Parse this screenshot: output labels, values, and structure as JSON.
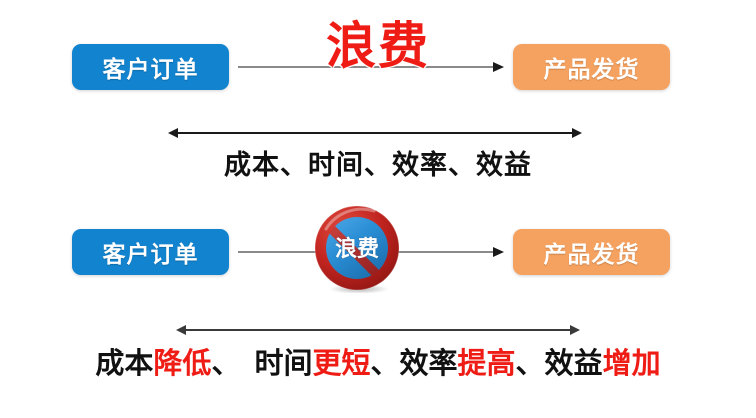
{
  "diagram": {
    "title": "waste-elimination-process-comparison",
    "colors": {
      "blue_box": "#1283ce",
      "orange_box": "#f5a15f",
      "highlight_red": "#ee1c15",
      "arrow_gray": "#8a8a8a",
      "arrow_black": "#1a1a1a",
      "sign_ring_red": "#c0241f",
      "sign_center_blue": "#2b8fd6",
      "background": "#ffffff"
    },
    "top_row": {
      "start_box_label": "客户订单",
      "end_box_label": "产品发货",
      "overlay_label": "浪费",
      "flow_arrow_name": "flow-arrow-top",
      "measure_arrow_name": "measure-arrow-top",
      "caption": "成本、时间、效率、效益"
    },
    "bottom_row": {
      "start_box_label": "客户订单",
      "end_box_label": "产品发货",
      "sign_label": "浪费",
      "sign_name": "prohibition-sign",
      "flow_arrow_name": "flow-arrow-bottom",
      "measure_arrow_name": "measure-arrow-bottom",
      "caption_segments": [
        {
          "text": "成本",
          "highlight": false
        },
        {
          "text": "降低",
          "highlight": true
        },
        {
          "text": "、",
          "highlight": false
        },
        {
          "text": " ",
          "highlight": false
        },
        {
          "text": "时间",
          "highlight": false
        },
        {
          "text": "更短",
          "highlight": true
        },
        {
          "text": "、",
          "highlight": false
        },
        {
          "text": "效率",
          "highlight": false
        },
        {
          "text": "提高",
          "highlight": true
        },
        {
          "text": "、",
          "highlight": false
        },
        {
          "text": "效益",
          "highlight": false
        },
        {
          "text": "增加",
          "highlight": true
        }
      ]
    }
  }
}
